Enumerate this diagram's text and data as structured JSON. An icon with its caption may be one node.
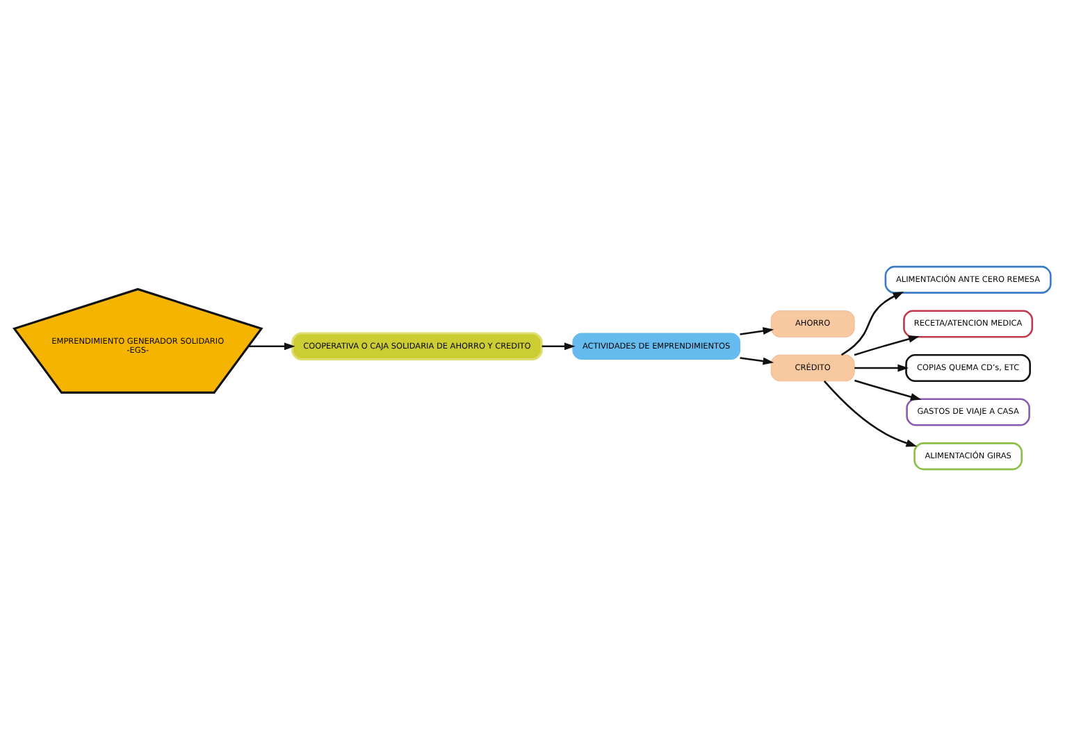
{
  "diagram": {
    "nodes": [
      {
        "text": [
          "EMPRENDIMIENTO GENERADOR SOLIDARIO",
          "-EGS-"
        ]
      },
      {
        "text": [
          "COOPERATIVA O CAJA SOLIDARIA DE AHORRO Y CREDITO"
        ]
      },
      {
        "text": [
          "ACTIVIDADES DE EMPRENDIMIENTOS"
        ]
      },
      {
        "text": [
          "AHORRO"
        ]
      },
      {
        "text": [
          "CRÉDITO"
        ]
      },
      {
        "text": [
          "ALIMENTACIÓN ANTE CERO REMESA"
        ]
      },
      {
        "text": [
          "RECETA/ATENCION MEDICA"
        ]
      },
      {
        "text": [
          "COPIAS QUEMA CD’s, ETC"
        ]
      },
      {
        "text": [
          "GASTOS DE VIAJE A CASA"
        ]
      },
      {
        "text": [
          "ALIMENTACIÓN GIRAS"
        ]
      }
    ],
    "edges": [
      {
        "from": 0,
        "to": 1,
        "arrow": "to"
      },
      {
        "from": 1,
        "to": 2,
        "arrow": "to"
      },
      {
        "from": 2,
        "to": 3,
        "arrow": "to"
      },
      {
        "from": 2,
        "to": 4,
        "arrow": "to"
      },
      {
        "from": 4,
        "to": 5,
        "arrow": "to"
      },
      {
        "from": 4,
        "to": 6,
        "arrow": "to"
      },
      {
        "from": 4,
        "to": 7,
        "arrow": "to"
      },
      {
        "from": 4,
        "to": 8,
        "arrow": "to"
      },
      {
        "from": 4,
        "to": 9,
        "arrow": "to"
      }
    ]
  }
}
